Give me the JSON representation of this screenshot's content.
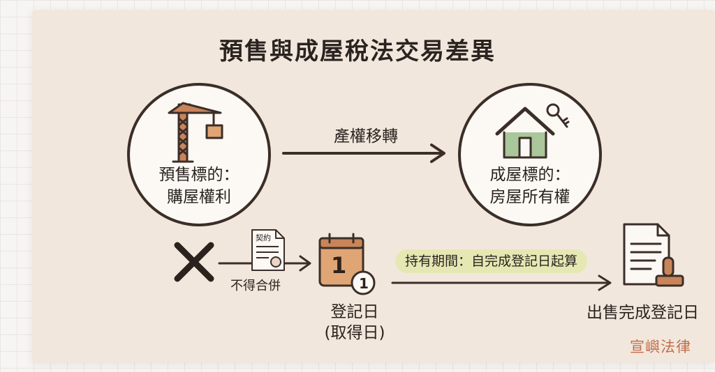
{
  "title": "預售與成屋稅法交易差異",
  "presale": {
    "line1": "預售標的：",
    "line2": "購屋權利",
    "icon": "crane-icon"
  },
  "house": {
    "line1": "成屋標的：",
    "line2": "房屋所有權",
    "icon": "house-key-icon"
  },
  "transfer_label": "產權移轉",
  "no_merge_label": "不得合併",
  "contract_icon_text": "契約",
  "registration": {
    "calendar_number": "1",
    "badge_number": "1",
    "line1": "登記日",
    "line2": "(取得日)"
  },
  "holding_period": "持有期間：自完成登記日起算",
  "sale_label": "出售完成登記日",
  "brand": "宣嶼法律",
  "colors": {
    "card": "#f2e7dc",
    "ink": "#3b2e28",
    "accent": "#c06e4b",
    "highlight": "#e6e8b4",
    "house_fill": "#a9c79a",
    "calendar_fill": "#e0a574"
  }
}
